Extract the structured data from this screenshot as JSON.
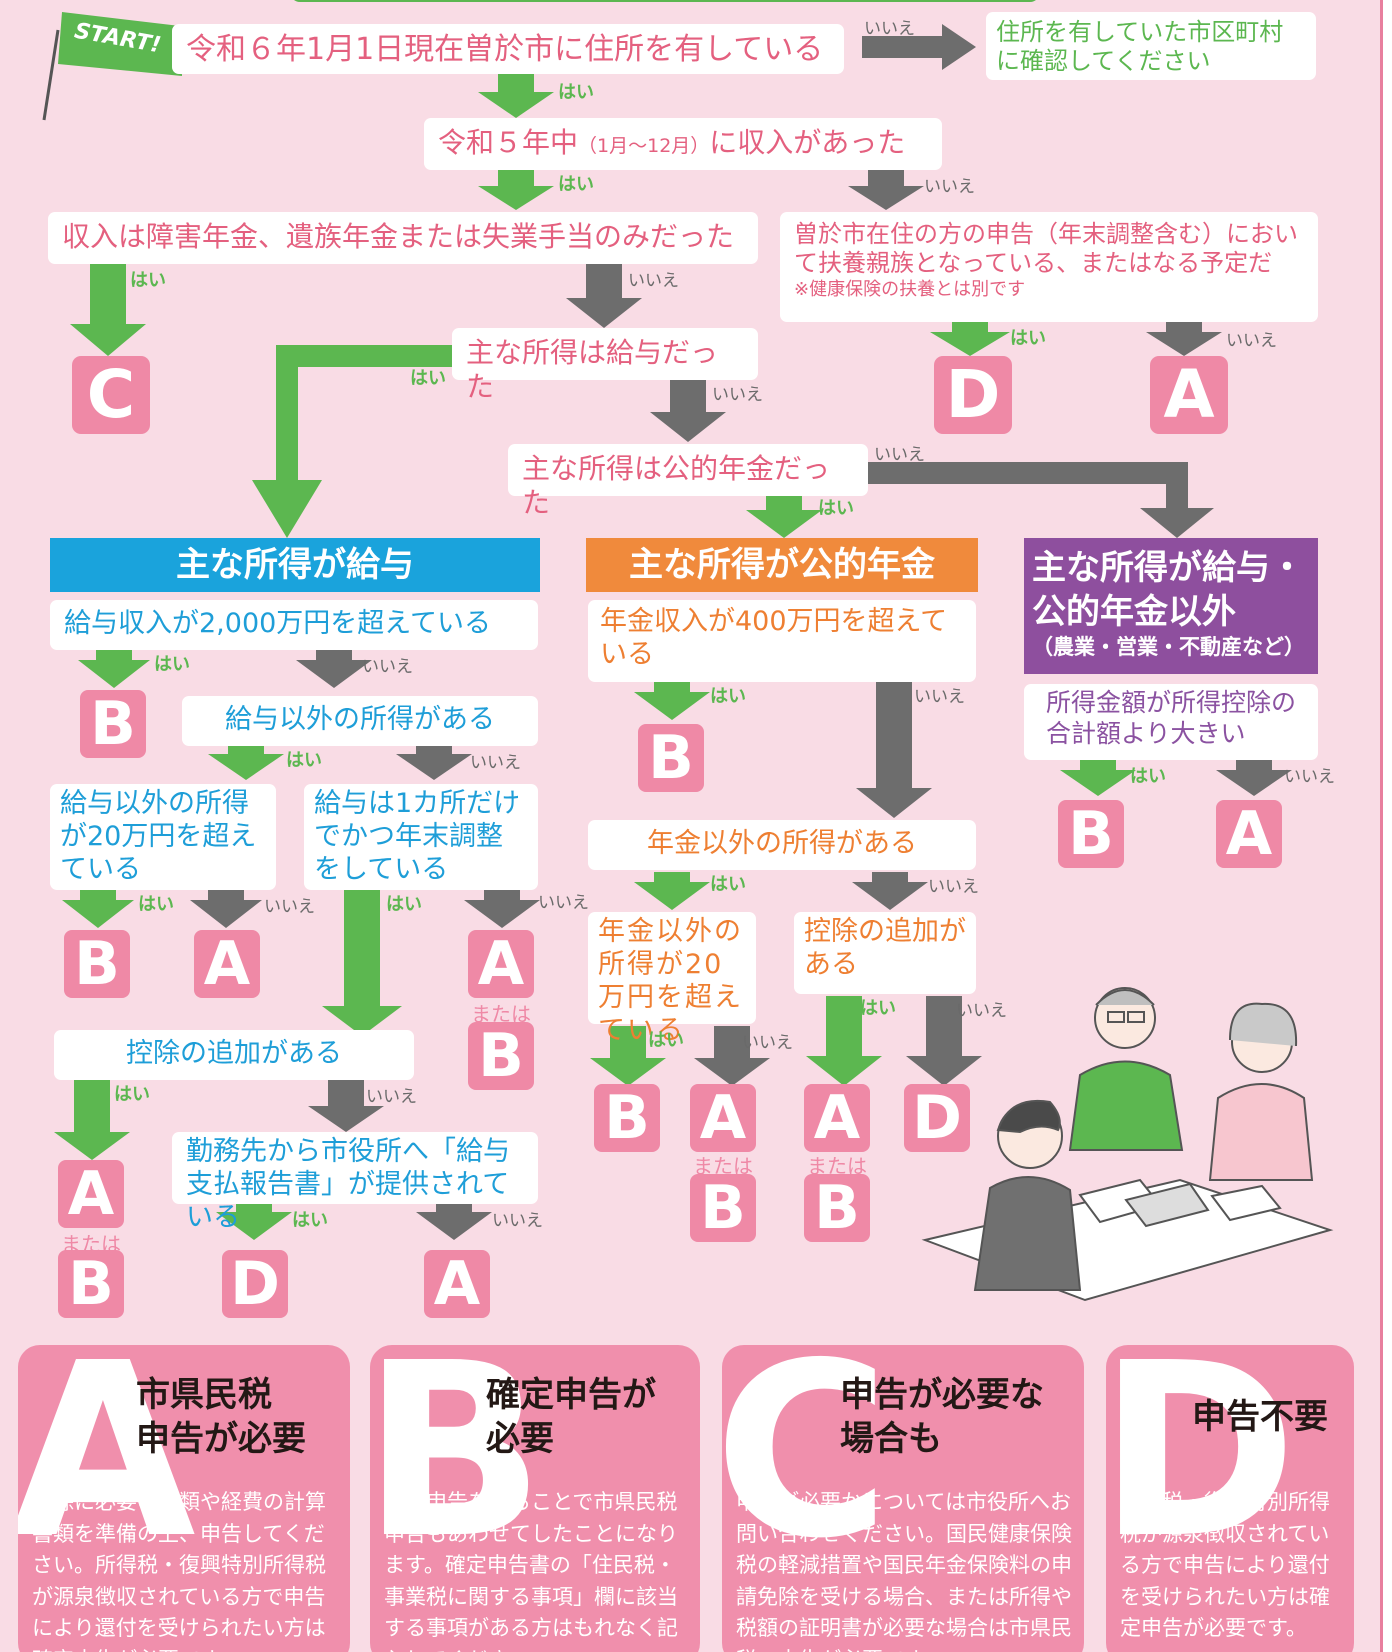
{
  "start_label": "START!",
  "labels": {
    "yes": "はい",
    "no": "いいえ",
    "or": "または"
  },
  "q1": "令和６年1月1日現在曽於市に住所を有している",
  "q1_no_result": "住所を有していた市区町村に確認してください",
  "q2_main": "令和５年中",
  "q2_paren": "（1月～12月）",
  "q2_tail": "に収入があった",
  "q3": "収入は障害年金、遺族年金または失業手当のみだった",
  "q4": "曽於市在住の方の申告（年末調整含む）において扶養親族となっている、またはなる予定だ",
  "q4_note": "※健康保険の扶養とは別です",
  "q5": "主な所得は給与だった",
  "q6": "主な所得は公的年金だった",
  "sections": {
    "salary": {
      "title": "主な所得が給与",
      "color": "#1aa3dc"
    },
    "pension": {
      "title": "主な所得が公的年金",
      "color": "#f08a3c"
    },
    "other": {
      "title": "主な所得が給与・公的年金以外",
      "subtitle": "（農業・営業・不動産など）",
      "color": "#8e4f9e"
    }
  },
  "salary": {
    "q1": "給与収入が2,000万円を超えている",
    "q2": "給与以外の所得がある",
    "q3": "給与以外の所得が20万円を超えている",
    "q4": "給与は1カ所だけでかつ年末調整をしている",
    "q5": "控除の追加がある",
    "q6": "勤務先から市役所へ「給与支払報告書」が提供されている"
  },
  "pension": {
    "q1": "年金収入が400万円を超えている",
    "q2": "年金以外の所得がある",
    "q3": "年金以外の所得が20万円を超えている",
    "q4": "控除の追加がある"
  },
  "other": {
    "q1": "所得金額が所得控除の合計額より大きい"
  },
  "results": {
    "A": "A",
    "B": "B",
    "C": "C",
    "D": "D"
  },
  "cards": [
    {
      "letter": "A",
      "title": "市県民税申告が必要",
      "title_l1": "市県民税",
      "title_l2": "申告が必要",
      "text": "控除に必要な書類や経費の計算書類を準備の上、申告してください。所得税・復興特別所得税が源泉徴収されている方で申告により還付を受けられたい方は確定申告が必要です。"
    },
    {
      "letter": "B",
      "title": "確定申告が必要",
      "title_l1": "確定申告が",
      "title_l2": "必要",
      "text": "確定申告をすることで市県民税申告もあわせてしたことになります。確定申告書の「住民税・事業税に関する事項」欄に該当する事項がある方はもれなく記入してください。"
    },
    {
      "letter": "C",
      "title": "申告が必要な場合も",
      "title_l1": "申告が必要な",
      "title_l2": "場合も",
      "text": "申告が必要かについては市役所へお問い合わせください。国民健康保険税の軽減措置や国民年金保険料の申請免除を受ける場合、または所得や税額の証明書が必要な場合は市県民税の申告が必要です。"
    },
    {
      "letter": "D",
      "title": "申告不要",
      "title_l1": "申告不要",
      "title_l2": "",
      "text": "所得税・復興特別所得税が源泉徴収されている方で申告により還付を受けられたい方は確定申告が必要です。"
    }
  ],
  "colors": {
    "background": "#f9dce5",
    "yes_arrow": "#5cb750",
    "no_arrow": "#6d6d6d",
    "result": "#ef89a6",
    "pink_text": "#e4607f",
    "green": "#5cb750"
  }
}
